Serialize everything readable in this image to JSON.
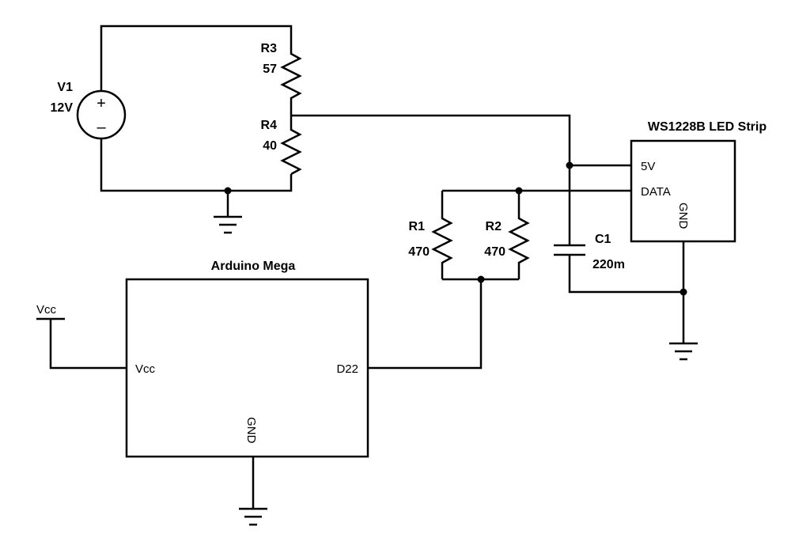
{
  "source_v1": {
    "name": "V1",
    "value": "12V",
    "plus": "+",
    "minus": "–"
  },
  "resistors": {
    "r3": {
      "name": "R3",
      "value": "57"
    },
    "r4": {
      "name": "R4",
      "value": "40"
    },
    "r1": {
      "name": "R1",
      "value": "470"
    },
    "r2": {
      "name": "R2",
      "value": "470"
    }
  },
  "capacitor_c1": {
    "name": "C1",
    "value": "220m"
  },
  "led_strip": {
    "title": "WS1228B LED Strip",
    "pin_5v": "5V",
    "pin_data": "DATA",
    "pin_gnd": "GND"
  },
  "arduino": {
    "title": "Arduino Mega",
    "pin_vcc": "Vcc",
    "pin_d22": "D22",
    "pin_gnd": "GND"
  },
  "vcc_rail": {
    "label": "Vcc"
  }
}
